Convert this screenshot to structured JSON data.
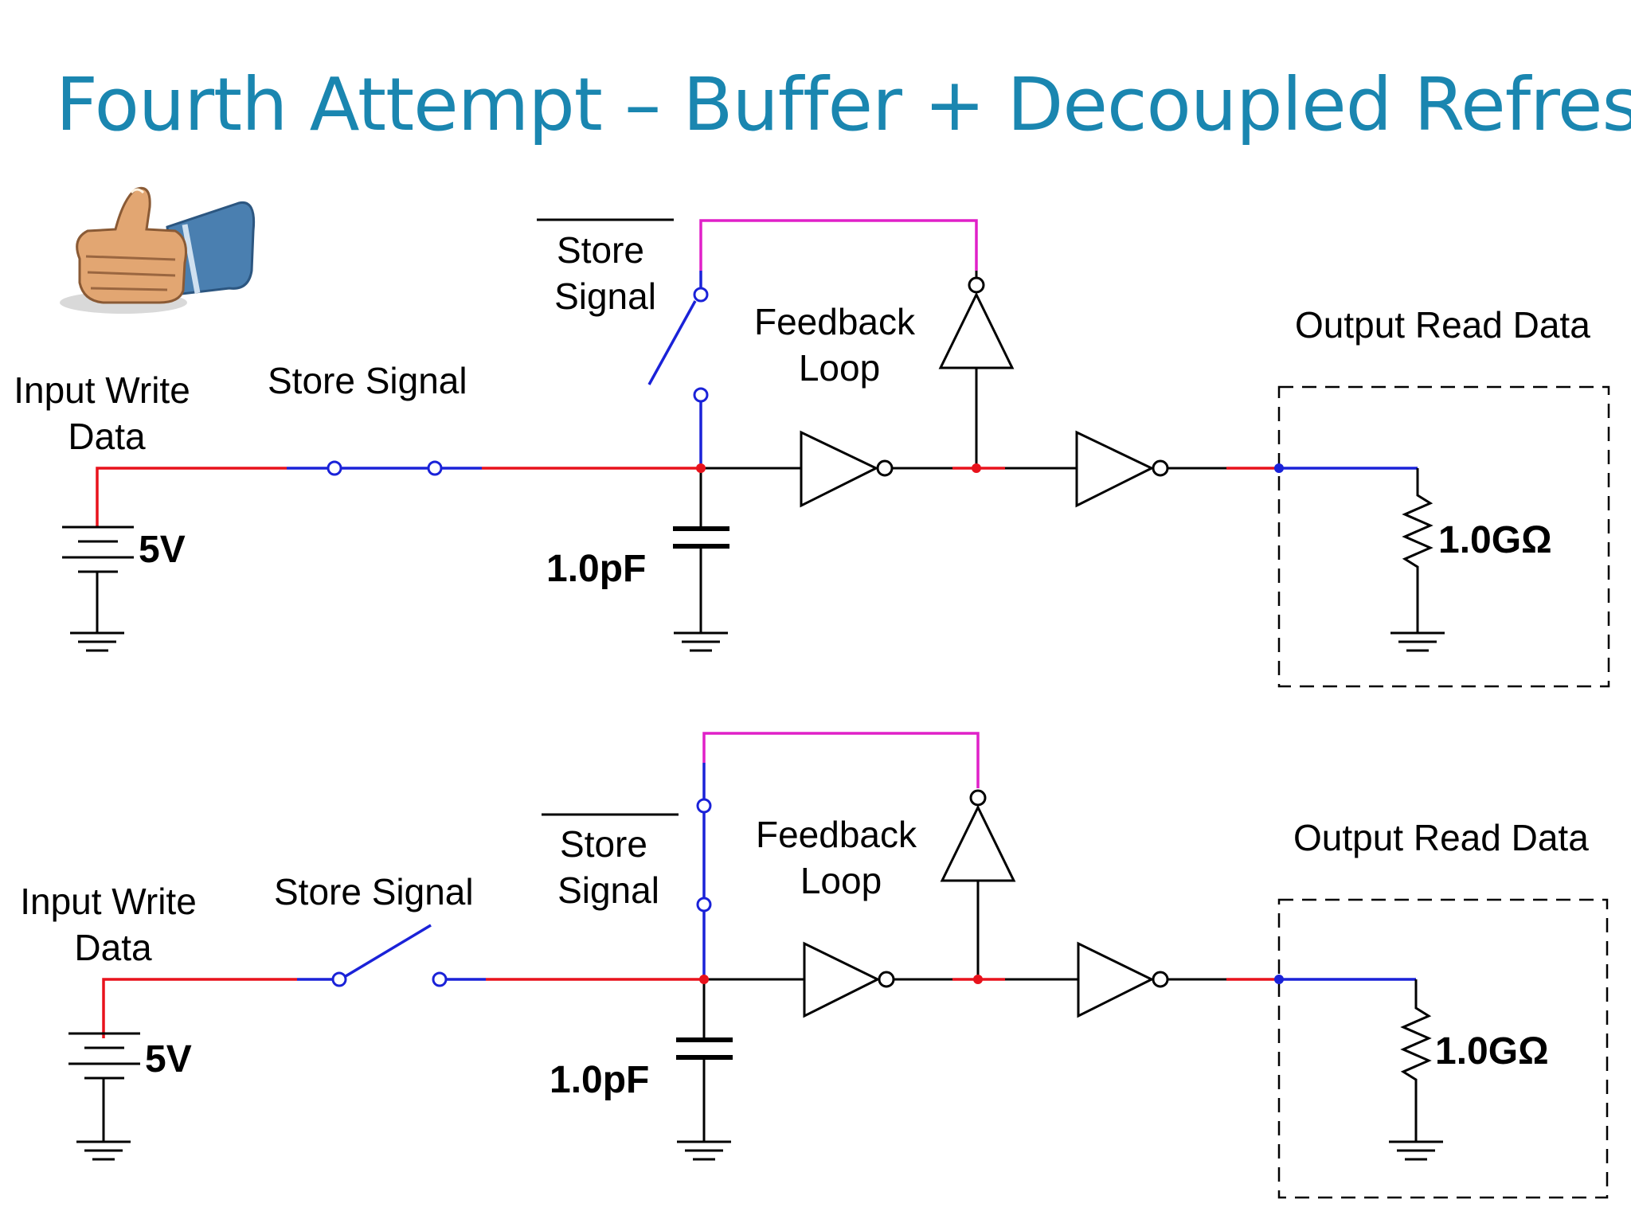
{
  "title": "Fourth Attempt – Buffer + Decoupled Refresh",
  "icons": {
    "thumbs_up": "thumbs-up-icon"
  },
  "colors": {
    "title": "#1a86b0",
    "wire": "#000000",
    "wire_active": "#e8121c",
    "wire_switch": "#1a22d8",
    "wire_feedback": "#e020c8"
  },
  "circuits": [
    {
      "input_label_line1": "Input Write",
      "input_label_line2": "Data",
      "source_voltage": "5V",
      "store_switch_label": "Store Signal",
      "store_switch_state": "closed",
      "store_bar_label_line1": "Store",
      "store_bar_label_line2": "Signal",
      "store_bar_switch_state": "open",
      "capacitor": "1.0pF",
      "feedback_label_line1": "Feedback",
      "feedback_label_line2": "Loop",
      "output_label": "Output Read Data",
      "load_resistor": "1.0GΩ"
    },
    {
      "input_label_line1": "Input Write",
      "input_label_line2": "Data",
      "source_voltage": "5V",
      "store_switch_label": "Store Signal",
      "store_switch_state": "open",
      "store_bar_label_line1": "Store",
      "store_bar_label_line2": "Signal",
      "store_bar_switch_state": "closed",
      "capacitor": "1.0pF",
      "feedback_label_line1": "Feedback",
      "feedback_label_line2": "Loop",
      "output_label": "Output Read Data",
      "load_resistor": "1.0GΩ"
    }
  ]
}
